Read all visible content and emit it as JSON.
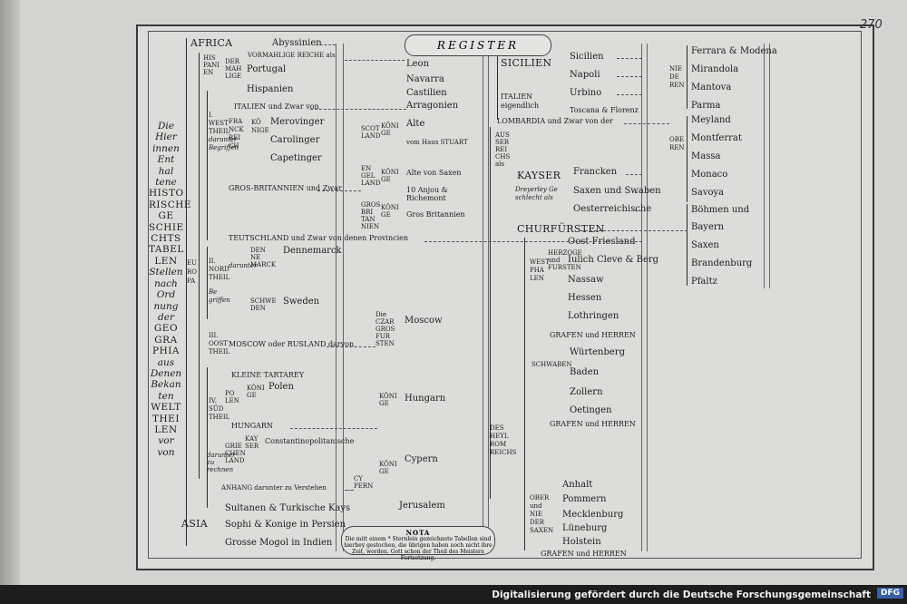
{
  "page_number": "270",
  "register_title": "REGISTER",
  "title_column": [
    "Die",
    "Hier",
    "innen",
    "Ent",
    "hal",
    "tene",
    "HISTO",
    "RISCHE",
    "GE",
    "SCHIE",
    "CHTS",
    "TABEL",
    "LEN",
    "Stellen",
    "nach",
    "Ord",
    "nung",
    "der",
    "GEO",
    "GRA",
    "PHIA",
    "aus",
    "Denen",
    "Bekan",
    "ten",
    "WELT",
    "THEI",
    "LEN",
    "vor",
    "von"
  ],
  "europa_label": "EU RO PA",
  "africa": "AFRICA",
  "asia": "ASIA",
  "africa_items": [
    "Abyssinien",
    "VORMAHLIGE REICHE als"
  ],
  "spain_items": [
    "Portugal",
    "Hispanien"
  ],
  "spain_label": "HIS PANI EN",
  "spain_sub": "DER MAH LIGE",
  "italy_line": "ITALIEN und Zwar von",
  "west_label": "I. WEST THEIL",
  "west_sub": "darunter Begriffen",
  "france_label": "FRA NCK REI CH",
  "france_sub": "KÖ NIGE",
  "france_items": [
    "Merovinger",
    "Carolinger",
    "Capetinger"
  ],
  "gb_line": "GROS-BRITANNIEN und Zwar",
  "scot_label": "SCOT LAND",
  "eng_label": "EN GEL LAND",
  "grosbrit_label": "GROS BRI TAN NIEN",
  "konige_word": "KÖNI GE",
  "scot_item": "Alte",
  "scot_item2": "vom Haus STUART",
  "eng_items": [
    "Alte von Saxen",
    "10 Anjou & Richemont"
  ],
  "grosbrit_item": "Gros Britannien",
  "spain_right": [
    "Leon",
    "Navarra",
    "Castilien",
    "Arragonien"
  ],
  "deutschland_line": "TEUTSCHLAND und Zwar von denen Provincien",
  "north_label": "II. NORD THEIL",
  "north_sub": "Be griffen",
  "north_sub2": "darunter",
  "denmark_label": "DEN NE MARCK",
  "denmark_item": "Dennemarck",
  "sweden_label": "SCHWE DEN",
  "sweden_item": "Sweden",
  "east_label": "III. OOST THEIL",
  "moscow_line": "MOSCOW oder RUSLAND darvon",
  "moscow_right_label": "Die CZAR GROS FUR STEN",
  "moscow_right": "Moscow",
  "tartarey": "KLEINE TARTAREY",
  "polen_label": "PO LEN",
  "polen_item": "Polen",
  "south_label": "IV. SÜD THEIL",
  "south_sub": "darunter zu rechnen",
  "hungarn_line": "HUNGARN",
  "hungarn_right": "Hungarn",
  "greece_label": "GRIE CHEN LAND",
  "greece_item": "Constantinopolitanische",
  "greece_sub": "KAY SER",
  "cypern_label": "CY PERN",
  "cypern_right": "Cypern",
  "anhang": "ANHANG darunter zu Verstehen",
  "jerusalem": "Jerusalem",
  "asia_items": [
    "Sultanen & Turkische Kays",
    "Sophi & Konige in Persien",
    "Grosse Mogol in Indien"
  ],
  "sicily": "SICILIEN",
  "sicily_items": [
    "Sicilien",
    "Napoli",
    "Urbino",
    "Toscana & Florenz"
  ],
  "italien_gendlich": "ITALIEN eigendlich",
  "lombardia": "LOMBARDIA und Zwar von der",
  "niederen_label": "NIE DE REN",
  "niederen_items": [
    "Ferrara & Modena",
    "Mirandola",
    "Mantova",
    "Parma"
  ],
  "oberen_label": "OBE REN",
  "oberen_items": [
    "Meyland",
    "Montferrat",
    "Massa",
    "Monaco",
    "Savoya"
  ],
  "kayser": "KAYSER",
  "kayser_sub": "Dreyerley Ge schlecht als",
  "kayser_items": [
    "Francken",
    "Saxen und Swaben",
    "Oesterreichische"
  ],
  "ausser": "AUS SER REI CHS als",
  "churfursten": "CHURFÜRSTEN",
  "churfursten_items": [
    "Böhmen und",
    "Bayern",
    "Saxen",
    "Brandenburg",
    "Pfaltz"
  ],
  "west_phalen": "WEST PHA LEN",
  "herzoge": "HERZOGE und FURSTEN",
  "westphalen_items": [
    "Oost Friesland",
    "Iulich Cleve & Berg",
    "Nassaw",
    "Hessen",
    "Lothringen"
  ],
  "grafen1": "GRAFEN und HERREN",
  "schwaben_label": "SCHWABEN",
  "schwaben_items": [
    "Würtenberg",
    "Baden",
    "Zollern",
    "Oetingen"
  ],
  "grafen2": "GRAFEN und HERREN",
  "heyl_label": "DES HEYL ROM REICHS",
  "ober_sachsen": "OBER und NIE DER SAXEN",
  "sachsen_items": [
    "Anhalt",
    "Pommern",
    "Mecklenburg",
    "Lüneburg",
    "Holstein"
  ],
  "grafen3": "GRAFEN und HERREN",
  "nota_title": "NOTA",
  "nota_text": "Die mitt einem * Sternlein gezeichnete Tabellen sind hierbey gestochen, die übrigen haben noch nicht ihre Zeit, worden. Gott schon der Theil des Meisters Fortsetzung.",
  "footer": "Digitalisierung gefördert durch die Deutsche Forschungsgemeinschaft",
  "dfg": "DFG"
}
